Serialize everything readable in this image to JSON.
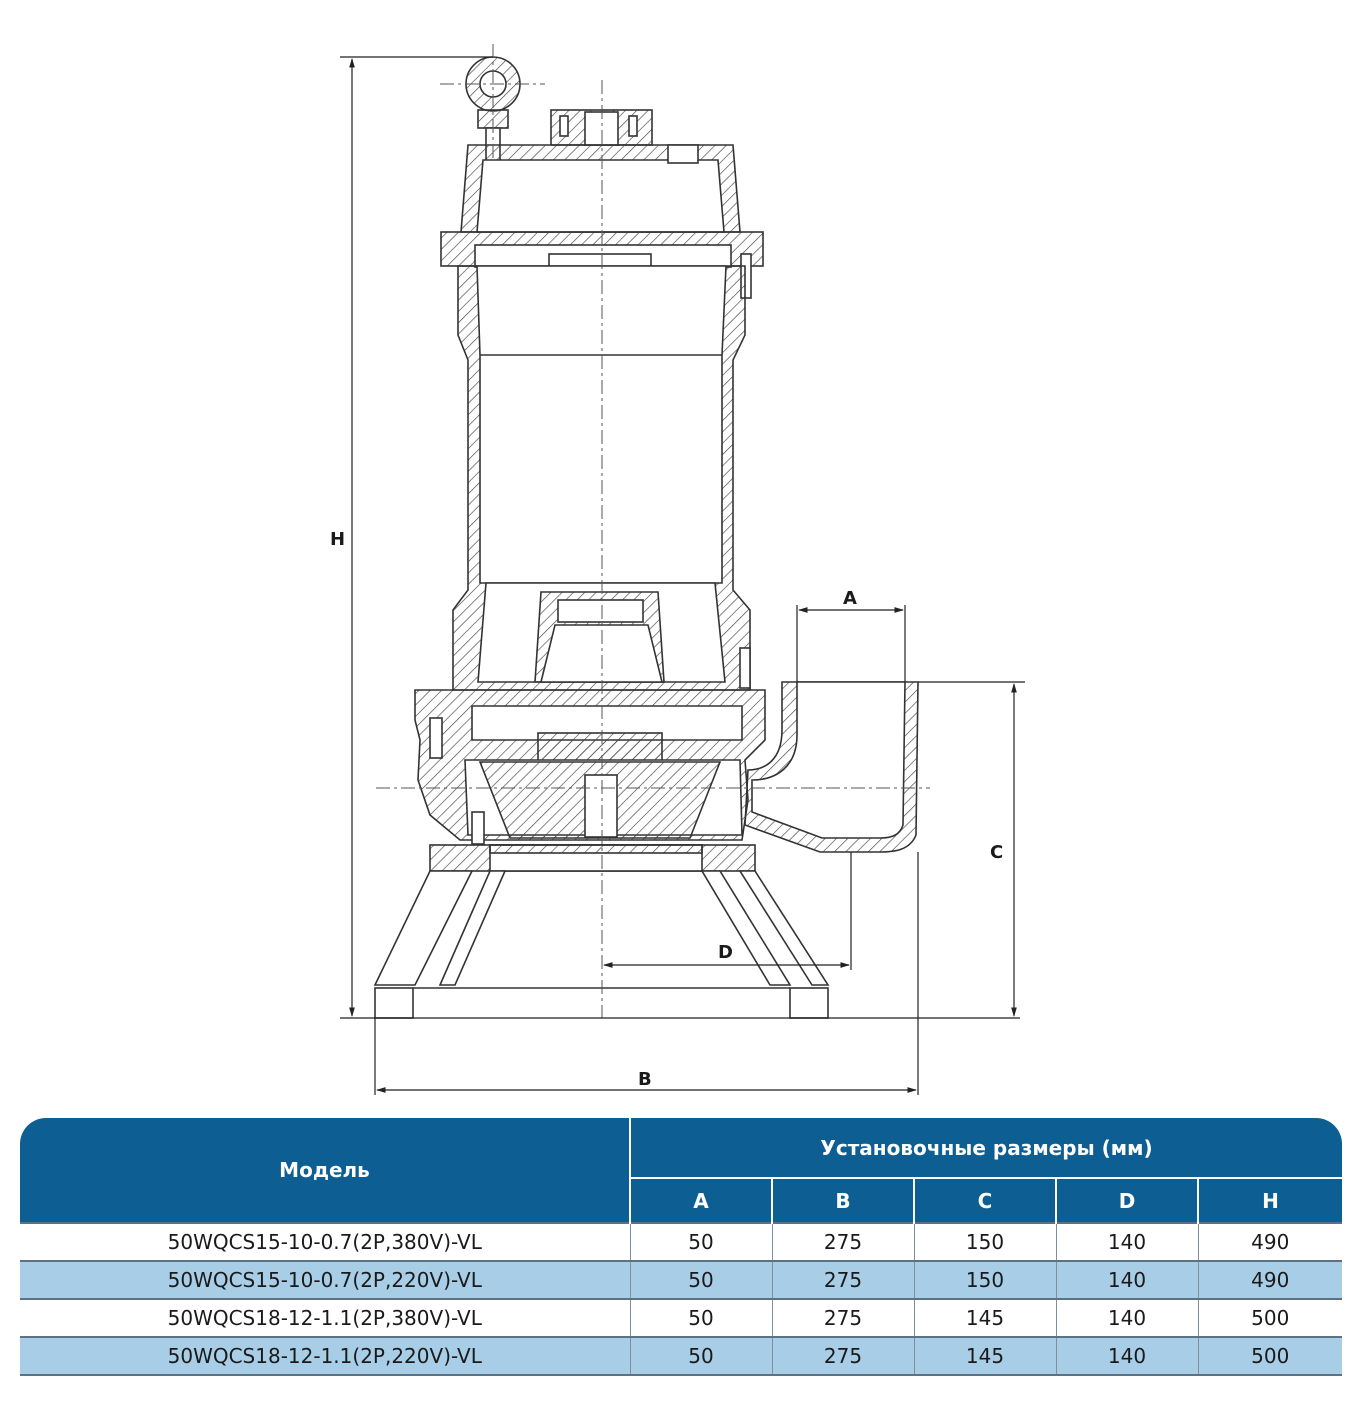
{
  "drawing": {
    "dimension_labels": {
      "a": "A",
      "b": "B",
      "c": "C",
      "d": "D",
      "h": "H"
    }
  },
  "table": {
    "model_header": "Модель",
    "group_header": "Установочные размеры (мм)",
    "columns": [
      "A",
      "B",
      "C",
      "D",
      "H"
    ],
    "rows": [
      {
        "model": "50WQCS15-10-0.7(2P,380V)-VL",
        "values": [
          "50",
          "275",
          "150",
          "140",
          "490"
        ]
      },
      {
        "model": "50WQCS15-10-0.7(2P,220V)-VL",
        "values": [
          "50",
          "275",
          "150",
          "140",
          "490"
        ]
      },
      {
        "model": "50WQCS18-12-1.1(2P,380V)-VL",
        "values": [
          "50",
          "275",
          "145",
          "140",
          "500"
        ]
      },
      {
        "model": "50WQCS18-12-1.1(2P,220V)-VL",
        "values": [
          "50",
          "275",
          "145",
          "140",
          "500"
        ]
      }
    ]
  },
  "colors": {
    "header_blue": "#0d5e92",
    "row_light_blue": "#a8cde6",
    "line": "#333333"
  }
}
